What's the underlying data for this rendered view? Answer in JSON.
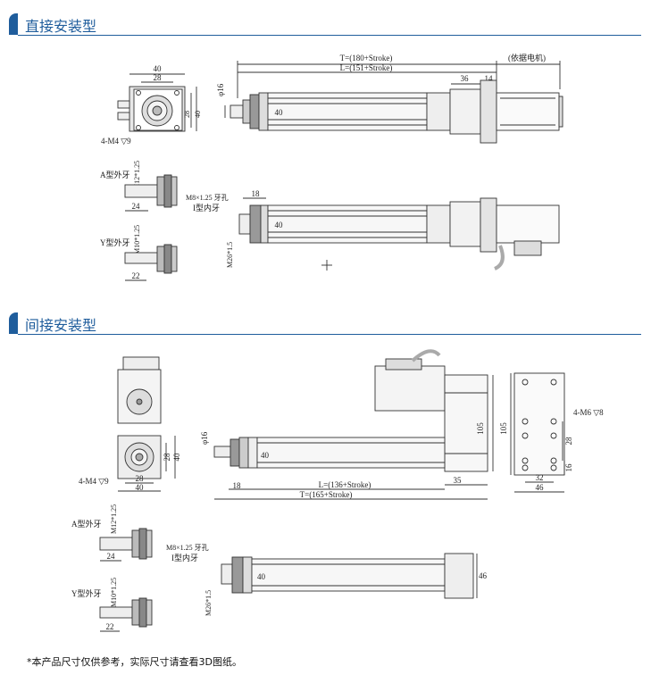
{
  "sections": {
    "direct": {
      "title": "直接安装型",
      "dims": {
        "front_w": "40",
        "front_in": "28",
        "front_h28": "28",
        "front_h40": "40",
        "mount_holes": "4-M4 ▽9",
        "total_len": "T=(180+Stroke)",
        "body_len": "L=(151+Stroke)",
        "motor_note": "(依据电机)",
        "d36": "36",
        "d14": "14",
        "rod_dia": "φ16",
        "body_h": "40",
        "a_thread": "A型外牙",
        "a_spec": "M12*1.25",
        "a_len": "24",
        "y_thread": "Y型外牙",
        "y_spec": "M10*1.25",
        "y_len": "22",
        "i_hole": "M8×1.25 牙孔",
        "i_thread": "I型内牙",
        "i_len": "18",
        "i_body_h": "40",
        "i_trunnion": "M26*1.5"
      }
    },
    "indirect": {
      "title": "间接安装型",
      "dims": {
        "mount_holes": "4-M4 ▽9",
        "front_h28": "28",
        "front_h40": "40",
        "front_w28": "28",
        "front_w40": "40",
        "rod_dia": "φ16",
        "body_h": "40",
        "d18": "18",
        "body_len": "L=(136+Stroke)",
        "d35": "35",
        "total_len": "T=(165+Stroke)",
        "h105": "105",
        "plate_h105": "105",
        "plate_holes": "4-M6 ▽8",
        "plate_28": "28",
        "plate_16": "16",
        "plate_32": "32",
        "plate_46": "46",
        "a_thread": "A型外牙",
        "a_spec": "M12*1.25",
        "a_len": "24",
        "y_thread": "Y型外牙",
        "y_spec": "M10*1.25",
        "y_len": "22",
        "i_hole": "M8×1.25 牙孔",
        "i_thread": "I型内牙",
        "i_body_h": "40",
        "i_trunnion": "M26*1.5",
        "i_h46": "46"
      }
    }
  },
  "footnote": "*本产品尺寸仅供参考，实际尺寸请查看3D图纸。"
}
